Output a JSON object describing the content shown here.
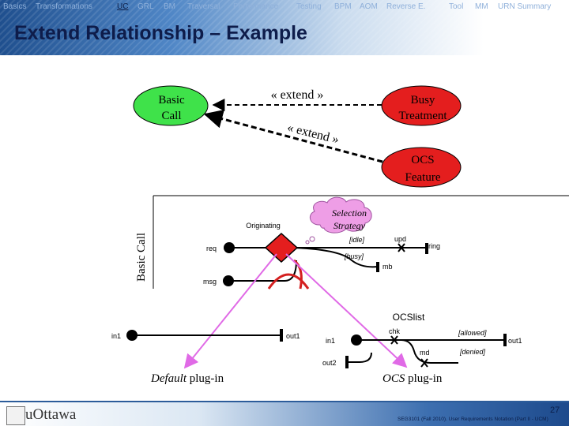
{
  "nav": {
    "items": [
      "Basics",
      "Transformations",
      "UC",
      "GRL",
      "BM",
      "Traversal",
      "Performance",
      "Testing",
      "BPM",
      "AOM",
      "Reverse E.",
      "Tool",
      "MM",
      "URN Summary"
    ],
    "active": "UC"
  },
  "title": "Extend Relationship – Example",
  "colors": {
    "green": "#3fe24a",
    "red": "#e41e1e",
    "pink": "#e06ae6",
    "cloud": "#ee9ee6",
    "dark_red": "#d42020",
    "navy": "#0e1c4a"
  },
  "usecase": {
    "basic_call": "Basic Call",
    "busy_treatment": "Busy Treatment",
    "ocs_feature": "OCS Feature",
    "extend_top": "« extend »",
    "extend_bottom": "« extend »"
  },
  "map": {
    "side_label": "Basic Call",
    "originating": "Originating",
    "selection_strategy": "Selection Strategy",
    "idle": "[idle]",
    "busy": "[busy]",
    "upd": "upd",
    "ring": "ring",
    "req": "req",
    "mb": "mb",
    "msg": "msg"
  },
  "plugins": {
    "default_in": "in1",
    "default_out": "out1",
    "default_caption_italic": "Default",
    "default_caption_rest": " plug-in",
    "ocs_title": "OCSlist",
    "ocs_in": "in1",
    "ocs_chk": "chk",
    "ocs_allowed": "[allowed]",
    "ocs_out1": "out1",
    "ocs_md": "md",
    "ocs_denied": "[denied]",
    "ocs_out2": "out2",
    "ocs_caption_italic": "OCS",
    "ocs_caption_rest": " plug-in"
  },
  "footer": {
    "logo": "uOttawa",
    "page": "27",
    "caption": "SEG3101 (Fall 2010). User Requirements Notation (Part II - UCM)"
  }
}
